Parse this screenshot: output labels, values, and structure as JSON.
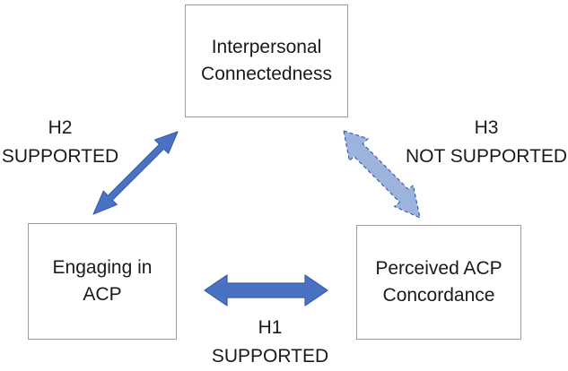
{
  "nodes": {
    "top": {
      "line1": "Interpersonal",
      "line2": "Connectedness"
    },
    "left": {
      "line1": "Engaging in",
      "line2": "ACP"
    },
    "right": {
      "line1": "Perceived ACP",
      "line2": "Concordance"
    }
  },
  "edges": {
    "h1": {
      "id": "H1",
      "status": "SUPPORTED",
      "color": "#4a72c4",
      "style": "solid"
    },
    "h2": {
      "id": "H2",
      "status": "SUPPORTED",
      "color": "#4a72c4",
      "style": "solid"
    },
    "h3": {
      "id": "H3",
      "status": "NOT SUPPORTED",
      "color": "#9cb3de",
      "style": "dashed"
    }
  }
}
